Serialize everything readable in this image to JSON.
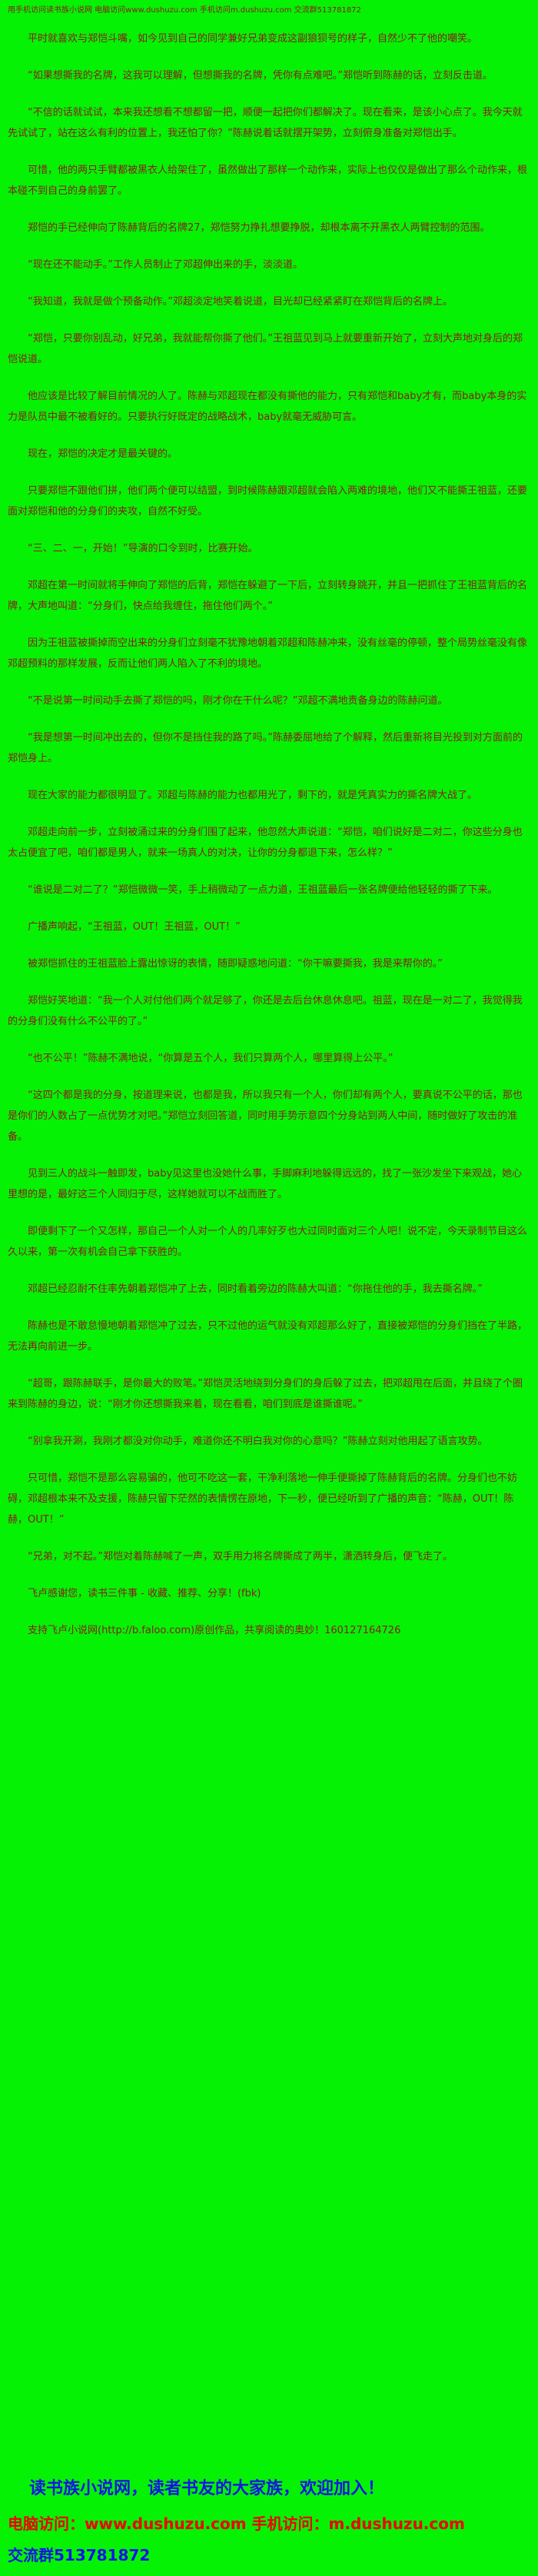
{
  "page": {
    "background": "#05F205",
    "text_color": "#8B1A1A",
    "footer_blue": "#1414E6",
    "footer_red": "#F00000"
  },
  "header": {
    "notice": "用手机访问读书族小说网 电脑访问www.dushuzu.com 手机访问m.dushuzu.com 交流群513781872"
  },
  "chapter": {
    "paragraphs": [
      "平时就喜欢与郑恺斗嘴，如今见到自己的同学兼好兄弟变成这副狼狈号的样子，自然少不了他的嘲笑。",
      "“如果想撕我的名牌，这我可以理解，但想撕我的名牌，凭你有点难吧。”郑恺听到陈赫的话，立刻反击道。",
      "“不信的话就试试，本来我还想看不想都留一把，顺便一起把你们都解决了。现在看来，是该小心点了。我今天就先试试了，站在这么有利的位置上，我还怕了你？”陈赫说着话就摆开架势，立刻俯身准备对郑恺出手。",
      "可惜，他的两只手臂都被黑衣人给架住了，虽然做出了那样一个动作来，实际上也仅仅是做出了那么个动作来，根本碰不到自己的身前罢了。",
      "郑恺的手已经伸向了陈赫背后的名牌27，郑恺努力挣扎想要挣脱，却根本离不开黑衣人两臂控制的范围。",
      "“现在还不能动手。”工作人员制止了邓超伸出来的手，淡淡道。",
      "“我知道，我就是做个预备动作。”邓超淡定地笑着说道，目光却已经紧紧盯在郑恺背后的名牌上。",
      "“郑恺，只要你别乱动，好兄弟，我就能帮你撕了他们。”王祖蓝见到马上就要重新开始了，立刻大声地对身后的郑恺说道。",
      "他应该是比较了解目前情况的人了。陈赫与邓超现在都没有撕他的能力，只有郑恺和baby才有，而baby本身的实力是队员中最不被看好的。只要执行好既定的战略战术，baby就毫无威胁可言。",
      "现在，郑恺的决定才是最关键的。",
      "只要郑恺不跟他们拼，他们两个便可以结盟，到时候陈赫跟邓超就会陷入两难的境地，他们又不能撕王祖蓝，还要面对郑恺和他的分身们的夹攻，自然不好受。",
      "“三、二、一，开始！”导演的口令到时，比赛开始。",
      "邓超在第一时间就将手伸向了郑恺的后背，郑恺在躲避了一下后，立刻转身跳开，并且一把抓住了王祖蓝背后的名牌，大声地叫道：“分身们，快点给我缠住，拖住他们两个。”",
      "因为王祖蓝被撕掉而空出来的分身们立刻毫不犹豫地朝着邓超和陈赫冲来，没有丝毫的停顿，整个局势丝毫没有像邓超预料的那样发展，反而让他们两人陷入了不利的境地。",
      "“不是说第一时间动手去撕了郑恺的吗，刚才你在干什么呢？”邓超不满地责备身边的陈赫问道。",
      "“我是想第一时间冲出去的，但你不是挡住我的路了吗。”陈赫委屈地给了个解释，然后重新将目光投到对方面前的郑恺身上。",
      "现在大家的能力都很明显了。邓超与陈赫的能力也都用光了，剩下的，就是凭真实力的撕名牌大战了。",
      "邓超走向前一步，立刻被涌过来的分身们围了起来，他忽然大声说道：“郑恺，咱们说好是二对二，你这些分身也太占便宜了吧，咱们都是男人，就来一场真人的对决，让你的分身都退下来，怎么样？”",
      "“谁说是二对二了？”郑恺微微一笑，手上稍微动了一点力道，王祖蓝最后一张名牌便给他轻轻的撕了下来。",
      "广播声响起，“王祖蓝，OUT！王祖蓝，OUT！”",
      "被郑恺抓住的王祖蓝脸上露出惊讶的表情，随即疑惑地问道：“你干嘛要撕我，我是来帮你的。”",
      "郑恺好笑地道：“我一个人对付他们两个就足够了，你还是去后台休息休息吧。祖蓝，现在是一对二了，我觉得我的分身们没有什么不公平的了。”",
      "“也不公平！”陈赫不满地说，“你算是五个人，我们只算两个人，哪里算得上公平。”",
      "“这四个都是我的分身，按道理来说，也都是我，所以我只有一个人，你们却有两个人，要真说不公平的话，那也是你们的人数占了一点优势才对吧。”郑恺立刻回答道，同时用手势示意四个分身站到两人中间，随时做好了攻击的准备。",
      "见到三人的战斗一触即发，baby见这里也没她什么事，手脚麻利地躲得远远的，找了一张沙发坐下来观战，她心里想的是，最好这三个人同归于尽，这样她就可以不战而胜了。",
      "即便剩下了一个又怎样，那自己一个人对一个人的几率好歹也大过同时面对三个人吧！说不定，今天录制节目这么久以来，第一次有机会自己拿下获胜的。",
      "邓超已经忍耐不住率先朝着郑恺冲了上去，同时看着旁边的陈赫大叫道：“你拖住他的手，我去撕名牌。”",
      "陈赫也是不敢怠慢地朝着郑恺冲了过去，只不过他的运气就没有邓超那么好了，直接被郑恺的分身们挡在了半路，无法再向前进一步。",
      "“超哥，跟陈赫联手，是你最大的败笔。”郑恺灵活地绕到分身们的身后躲了过去，把邓超甩在后面，并且绕了个圈来到陈赫的身边，说：“刚才你还想撕我来着，现在看看，咱们到底是谁撕谁呢。”",
      "“别拿我开涮，我刚才都没对你动手，难道你还不明白我对你的心意吗？”陈赫立刻对他用起了语言攻势。",
      "只可惜，郑恺不是那么容易骗的，他可不吃这一套，干净利落地一伸手便撕掉了陈赫背后的名牌。分身们也不妨碍，邓超根本来不及支援，陈赫只留下茫然的表情愣在原地，下一秒，便已经听到了广播的声音：“陈赫，OUT！陈赫，OUT！”",
      "“兄弟，对不起。”郑恺对着陈赫喊了一声，双手用力将名牌撕成了两半，潇洒转身后，便飞走了。",
      "飞卢感谢您，读书三件事 - 收藏、推荐、分享！(fbk)",
      "支持飞卢小说网(http://b.faloo.com)原创作品，共享阅读的奥妙！160127164726"
    ]
  },
  "footer": {
    "line1": "读书族小说网，读者书友的大家族，欢迎加入！",
    "line2": "电脑访问：www.dushuzu.com 手机访问：m.dushuzu.com",
    "line3": "交流群513781872"
  }
}
